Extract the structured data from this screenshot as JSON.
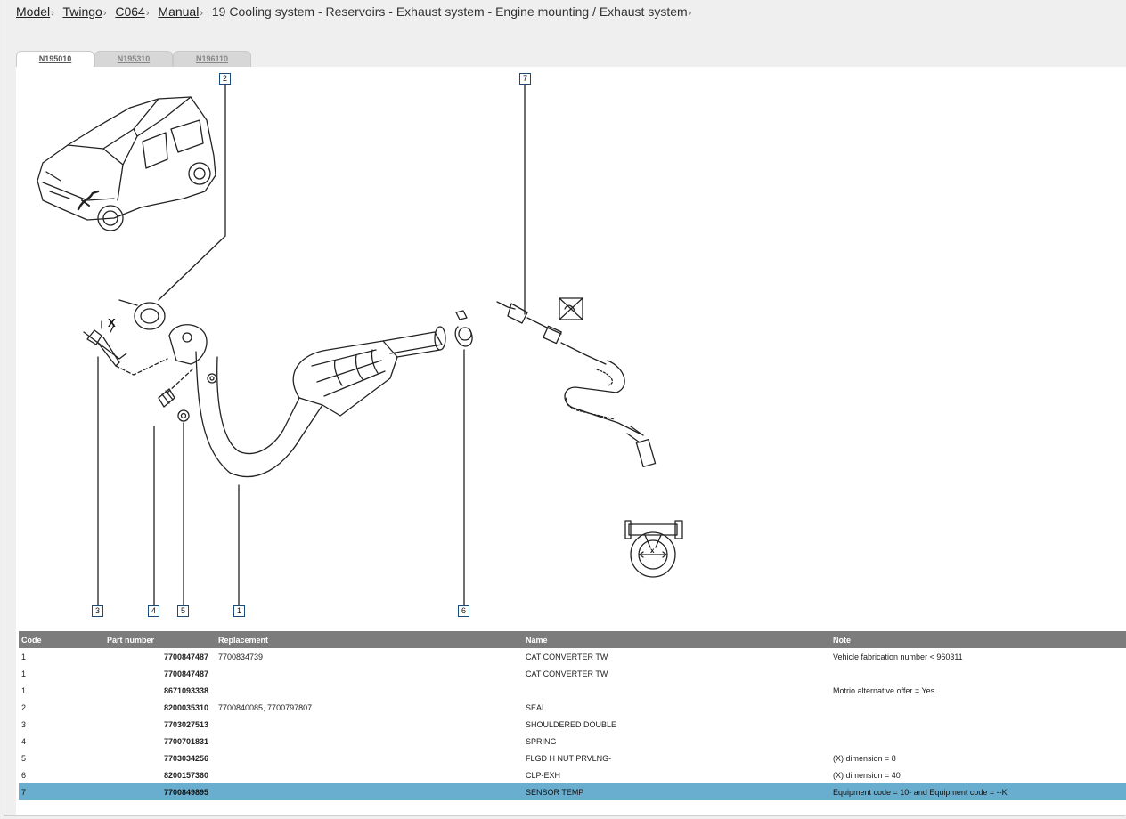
{
  "breadcrumb": {
    "links": [
      "Model",
      "Twingo",
      "C064",
      "Manual"
    ],
    "current": "19 Cooling system - Reservoirs - Exhaust system - Engine mounting / Exhaust system",
    "separator": "›"
  },
  "tabs": [
    {
      "label": "N195010",
      "active": true
    },
    {
      "label": "N195310",
      "active": false
    },
    {
      "label": "N196110",
      "active": false
    }
  ],
  "diagram": {
    "callouts": [
      "2",
      "7",
      "3",
      "4",
      "5",
      "1",
      "6"
    ],
    "dimension_mark": "X",
    "clamp_dimension_mark": "x"
  },
  "table": {
    "headers": {
      "code": "Code",
      "part_number": "Part number",
      "replacement": "Replacement",
      "name": "Name",
      "note": "Note"
    },
    "rows": [
      {
        "code": "1",
        "part_number": "7700847487",
        "replacement": "7700834739",
        "name": "CAT CONVERTER TW",
        "note": "Vehicle fabrication number < 960311"
      },
      {
        "code": "1",
        "part_number": "7700847487",
        "replacement": "",
        "name": "CAT CONVERTER TW",
        "note": ""
      },
      {
        "code": "1",
        "part_number": "8671093338",
        "replacement": "",
        "name": "",
        "note": "Motrio alternative offer = Yes"
      },
      {
        "code": "2",
        "part_number": "8200035310",
        "replacement": "7700840085, 7700797807",
        "name": "SEAL",
        "note": ""
      },
      {
        "code": "3",
        "part_number": "7703027513",
        "replacement": "",
        "name": "SHOULDERED DOUBLE",
        "note": ""
      },
      {
        "code": "4",
        "part_number": "7700701831",
        "replacement": "",
        "name": "SPRING",
        "note": ""
      },
      {
        "code": "5",
        "part_number": "7703034256",
        "replacement": "",
        "name": "FLGD H NUT PRVLNG-",
        "note": "(X) dimension = 8"
      },
      {
        "code": "6",
        "part_number": "8200157360",
        "replacement": "",
        "name": "CLP-EXH",
        "note": "(X) dimension = 40"
      },
      {
        "code": "7",
        "part_number": "7700849895",
        "replacement": "",
        "name": "SENSOR TEMP",
        "note": "Equipment code = 10- and Equipment code = --K",
        "selected": true
      }
    ]
  },
  "colors": {
    "header_bg": "#7c7c7c",
    "selected_row": "#6aaecf",
    "callout_border": "#1a4a7a"
  }
}
